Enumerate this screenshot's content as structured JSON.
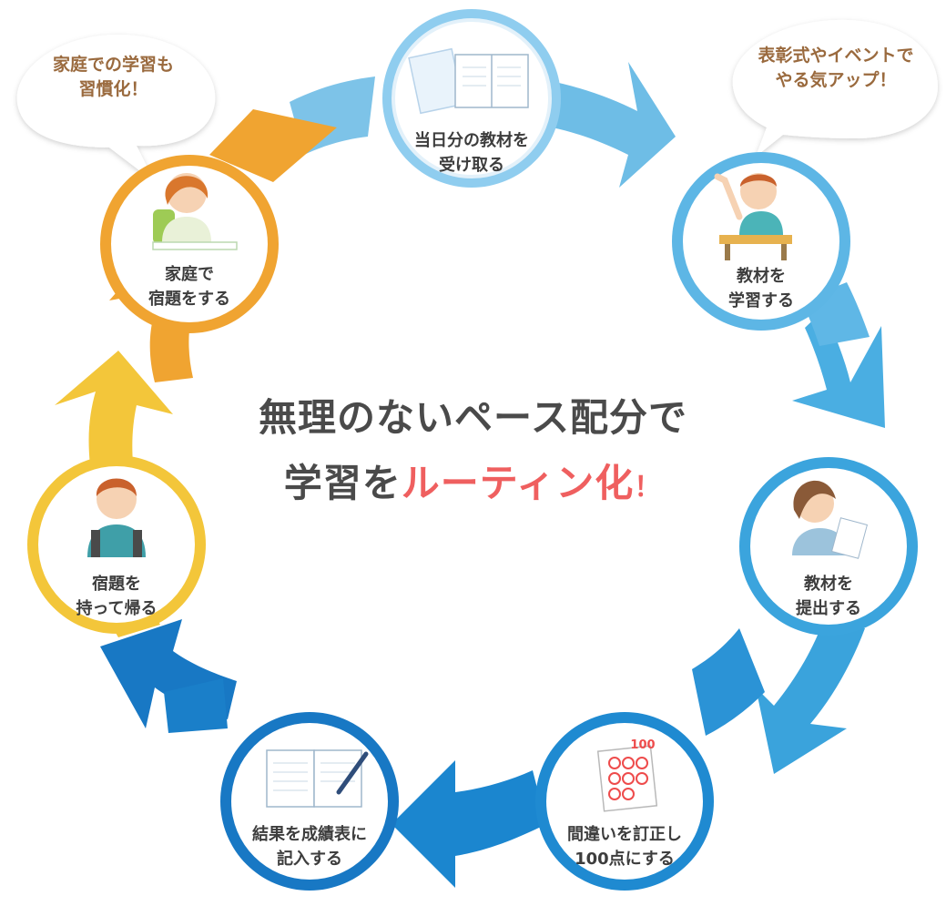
{
  "title": {
    "line1": "無理のないペース配分で",
    "line2_prefix": "学習を",
    "line2_accent": "ルーティン化",
    "line2_excl": "！"
  },
  "bubbles": {
    "left": {
      "line1": "家庭での学習も",
      "line2": "習慣化！"
    },
    "right": {
      "line1": "表彰式やイベントで",
      "line2": "やる気アップ！"
    }
  },
  "steps": [
    {
      "line1": "当日分の教材を",
      "line2": "受け取る",
      "icon": "notebook-icon"
    },
    {
      "line1": "教材を",
      "line2": "学習する",
      "icon": "student-raising-hand-icon"
    },
    {
      "line1": "教材を",
      "line2": "提出する",
      "icon": "woman-with-paper-icon"
    },
    {
      "line1": "間違いを訂正し",
      "line2": "100点にする",
      "icon": "corrected-test-icon"
    },
    {
      "line1": "結果を成績表に",
      "line2": "記入する",
      "icon": "report-book-with-pen-icon"
    },
    {
      "line1": "宿題を",
      "line2": "持って帰る",
      "icon": "boy-with-backpack-icon"
    },
    {
      "line1": "家庭で",
      "line2": "宿題をする",
      "icon": "girl-studying-icon"
    }
  ],
  "score_mark": "100",
  "colors": {
    "light_blue": "#7dc3e8",
    "mid_blue": "#3aa3dc",
    "blue": "#1b86cf",
    "dark_blue": "#1878c4",
    "yellow": "#f3c63a",
    "orange": "#f0a431",
    "accent_red": "#ef5f5f"
  }
}
